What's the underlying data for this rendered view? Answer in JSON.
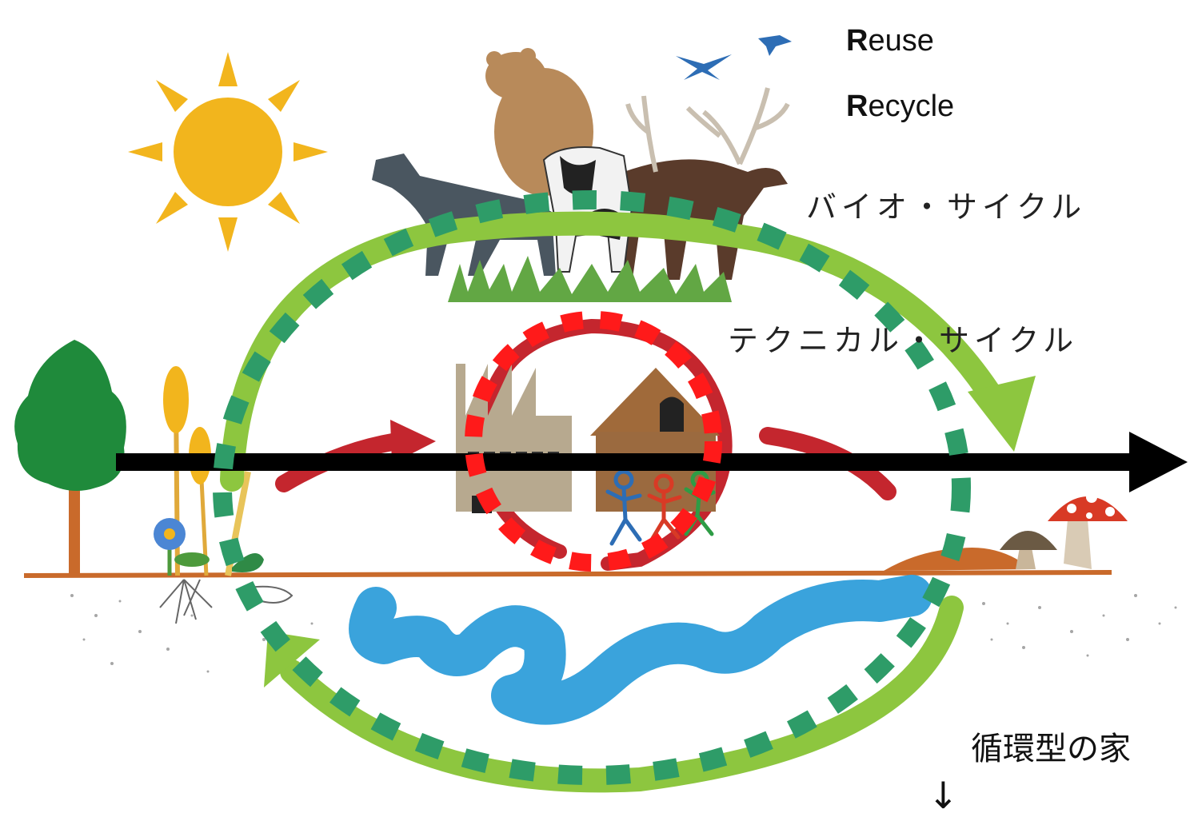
{
  "labels": {
    "reuse_initial": "R",
    "reuse_rest": "euse",
    "recycle_initial": "R",
    "recycle_rest": "ecycle",
    "bio_cycle": "バイオ・サイクル",
    "technical_cycle": "テクニカル・サイクル",
    "circular_house": "循環型の家",
    "down_arrow": "↓"
  },
  "colors": {
    "bio_loop": "#8dc63f",
    "bio_dash": "#2e9c68",
    "tech_loop": "#c4262e",
    "tech_dash": "#ff1a1a",
    "timeline": "#000000",
    "river": "#3aa3dc",
    "sun": "#f2b51d",
    "soil": "#c96a2b"
  },
  "icons": [
    "sun-icon",
    "bear-icon",
    "wolf-icon",
    "cow-icon",
    "deer-icon",
    "birds-icon",
    "tree-icon",
    "wheat-icon",
    "flower-icon",
    "factory-icon",
    "house-icon",
    "people-icon",
    "mushroom-icon",
    "river-icon"
  ]
}
